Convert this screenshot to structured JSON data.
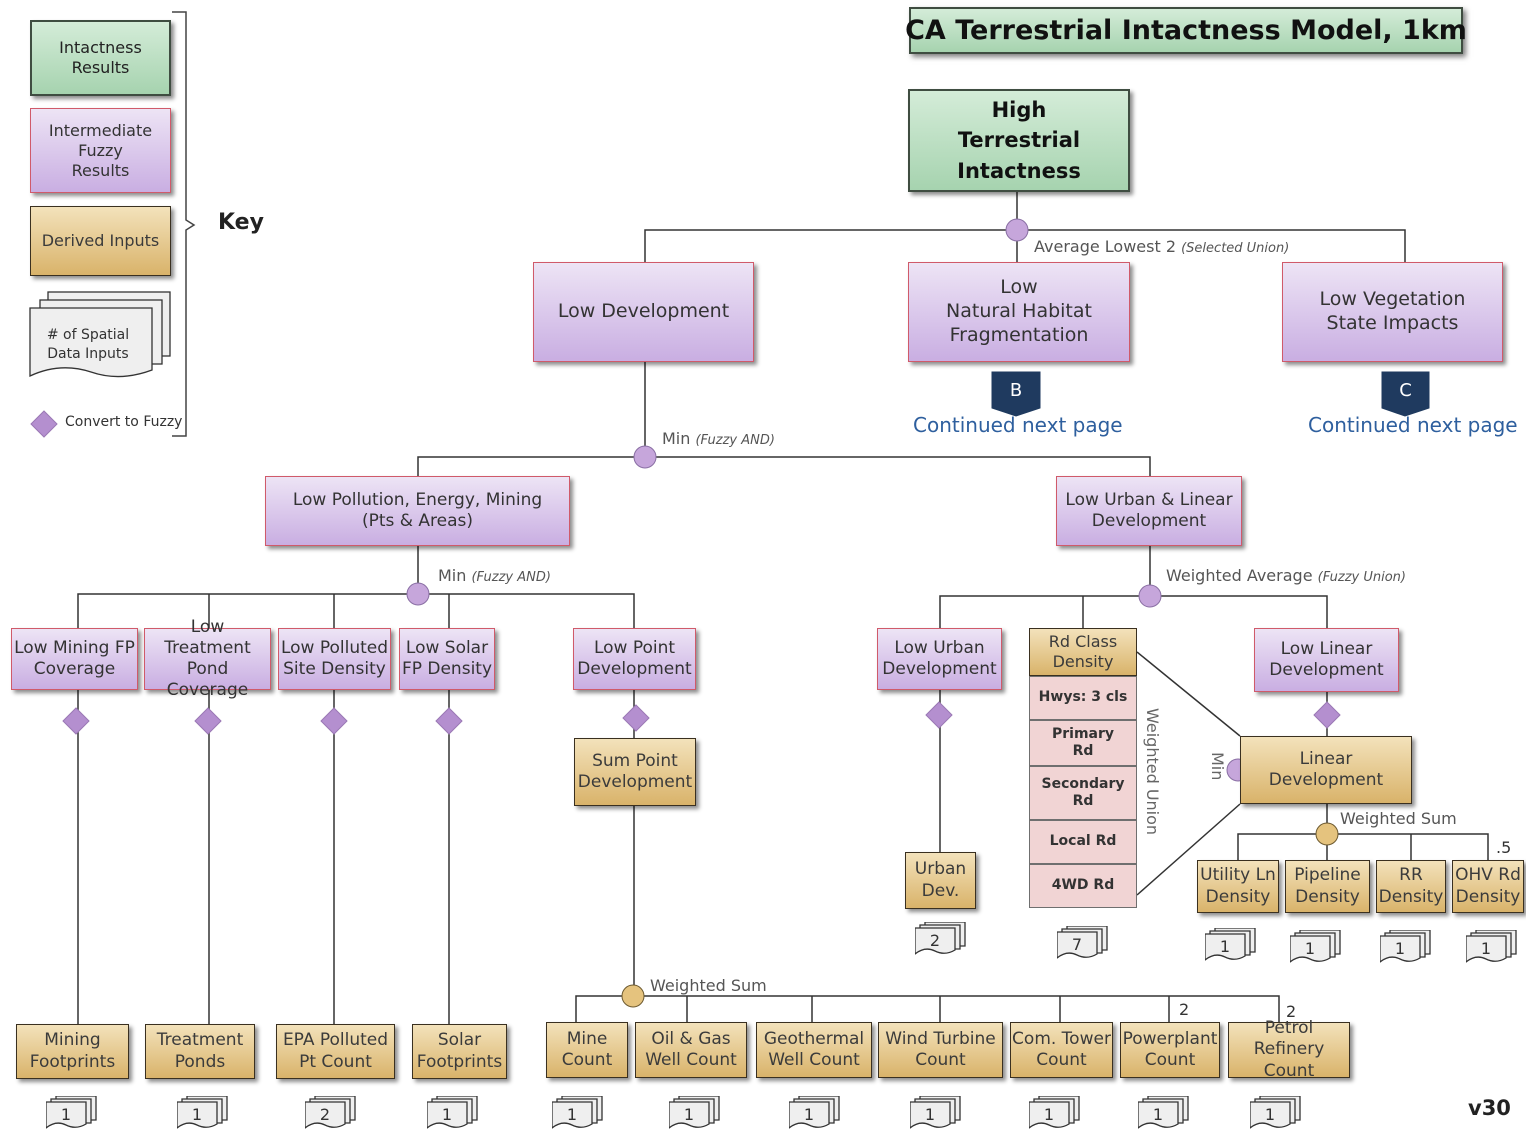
{
  "title": "CA Terrestrial  Intactness Model, 1km",
  "version": "v30",
  "key": {
    "label": "Key",
    "items": [
      "Intactness\nResults",
      "Intermediate\nFuzzy\nResults",
      "Derived Inputs",
      "# of Spatial\nData Inputs",
      "Convert to Fuzzy"
    ]
  },
  "nodes": {
    "top": "High\nTerrestrial\nIntactness",
    "low_development": "Low Development",
    "low_nat_hab": "Low\nNatural Habitat\nFragmentation",
    "low_veg": "Low Vegetation\nState Impacts",
    "low_pollution": "Low Pollution, Energy, Mining\n(Pts & Areas)",
    "low_urban_linear": "Low Urban & Linear\nDevelopment",
    "low_mining_fp": "Low Mining FP\nCoverage",
    "low_treatment": "Low Treatment\nPond Coverage",
    "low_polluted": "Low Polluted\nSite Density",
    "low_solar": "Low Solar\nFP Density",
    "low_point_dev": "Low Point\nDevelopment",
    "sum_point_dev": "Sum Point\nDevelopment",
    "low_urban_dev": "Low Urban\nDevelopment",
    "rd_class_density": "Rd Class\nDensity",
    "low_linear_dev": "Low  Linear\nDevelopment",
    "linear_dev": "Linear\nDevelopment",
    "urban_dev": "Urban\nDev.",
    "utility_ln": "Utility Ln\nDensity",
    "pipeline": "Pipeline\nDensity",
    "rr": "RR\nDensity",
    "ohv_rd": "OHV Rd\nDensity",
    "mining_fp": "Mining\nFootprints",
    "treatment_ponds": "Treatment\nPonds",
    "epa_polluted": "EPA Polluted\nPt Count",
    "solar_fp": "Solar\nFootprints",
    "mine_count": "Mine\nCount",
    "oil_gas": "Oil & Gas\nWell Count",
    "geothermal": "Geothermal\nWell Count",
    "wind_turbine": "Wind Turbine\nCount",
    "com_tower": "Com. Tower\nCount",
    "powerplant": "Powerplant\nCount",
    "petrol_refinery": "Petrol Refinery\nCount"
  },
  "road_classes": [
    "Hwys: 3 cls",
    "Primary\nRd",
    "Secondary\nRd",
    "Local Rd",
    "4WD Rd"
  ],
  "operators": {
    "avg_lowest": "Average Lowest 2 ",
    "avg_lowest_note": "(Selected Union)",
    "min_fuzzy": "Min ",
    "fuzzy_and": "(Fuzzy AND)",
    "weighted_average": "Weighted Average ",
    "fuzzy_union": "(Fuzzy Union)",
    "weighted_sum": "Weighted Sum",
    "weighted_union": "Weighted Union",
    "min": "Min"
  },
  "continued": {
    "b_letter": "B",
    "c_letter": "C",
    "text": "Continued  next page"
  },
  "weights": {
    "ohv": ".5",
    "powerplant": "2",
    "petrol": "2"
  },
  "input_counts": {
    "urban_dev": "2",
    "rd_class": "7",
    "utility_ln": "1",
    "pipeline": "1",
    "rr": "1",
    "ohv_rd": "1",
    "mining": "1",
    "treatment": "1",
    "epa": "2",
    "solar": "1",
    "mine": "1",
    "oil_gas": "1",
    "geothermal": "1",
    "wind": "1",
    "com_tower": "1",
    "powerplant": "1",
    "petrol": "1"
  },
  "colors": {
    "green_box": "#a6d3af",
    "purple_box": "#c9aee2",
    "purple_border": "#d05a6a",
    "tan_box": "#d9b36a",
    "road_box": "#f1d4d4",
    "fuzzy_diamond": "#b48fcf",
    "purple_node": "#c6a6db",
    "tan_node": "#e5c37e",
    "link_blue": "#2e5f9e",
    "marker_navy": "#1f3a5f"
  }
}
